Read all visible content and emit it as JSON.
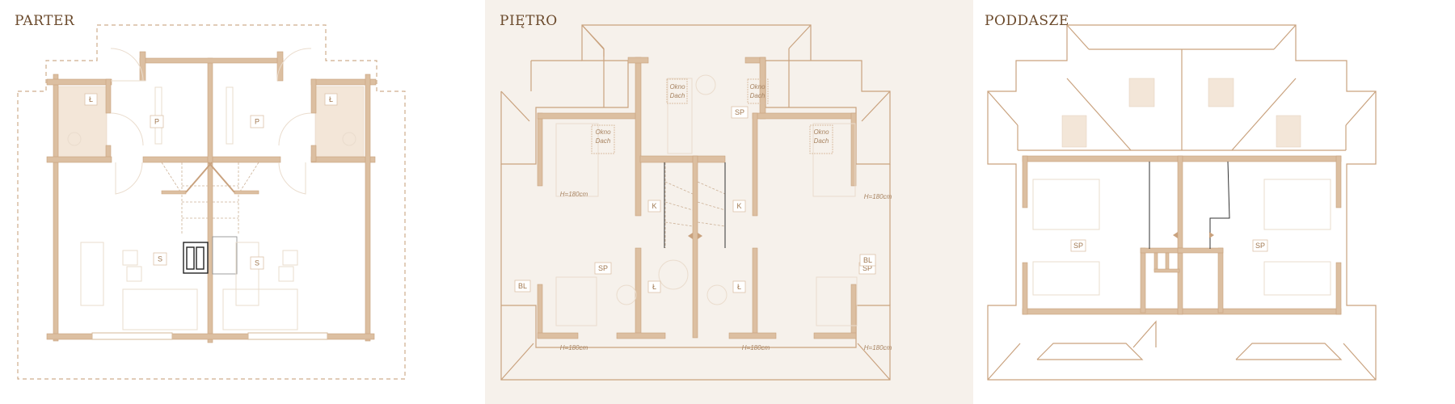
{
  "floors": [
    {
      "title": "PARTER",
      "rooms": [
        "Ł",
        "P",
        "Ł",
        "P",
        "S",
        "S"
      ]
    },
    {
      "title": "PIĘTRO",
      "rooms": [
        "SP",
        "SP",
        "SP",
        "K",
        "K",
        "Ł",
        "Ł",
        "BL",
        "BL"
      ],
      "skylight_label_line1": "Okno",
      "skylight_label_line2": "Dach",
      "height_note": "H=180cm"
    },
    {
      "title": "PODDASZE",
      "rooms": [
        "SP",
        "SP"
      ]
    }
  ],
  "colors": {
    "wall": "#dcbfa1",
    "line": "#c9a27e",
    "title": "#6b4a2c",
    "middle_panel_bg": "#f6f1eb"
  }
}
